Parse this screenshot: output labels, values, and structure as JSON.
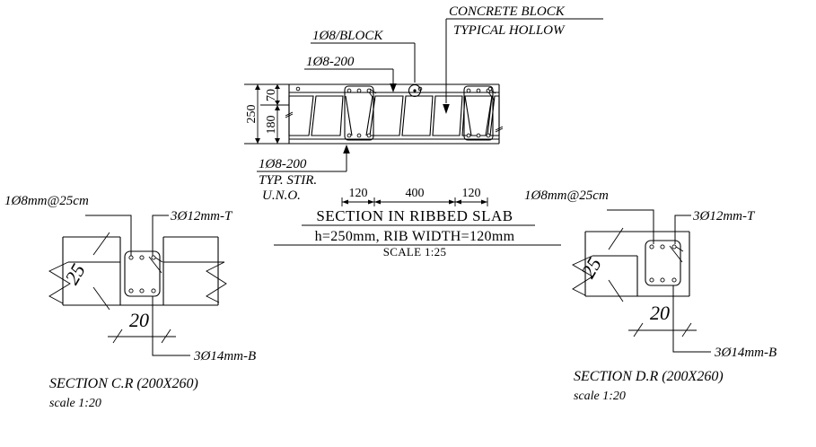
{
  "drawing": {
    "type": "structural-cad-drawing",
    "background_color": "#ffffff",
    "line_color": "#000000"
  },
  "ribbed_slab_section": {
    "annotations": {
      "stirrup_spacing": "1Ø8-200",
      "block_bar": "1Ø8/BLOCK",
      "block_note_line1": "CONCRETE BLOCK",
      "block_note_line2": "TYPICAL HOLLOW",
      "bottom_bar": "1Ø8-200",
      "typ_stir_line1": "TYP. STIR.",
      "typ_stir_line2": "U.N.O."
    },
    "vertical_dims": {
      "overall": "250",
      "block_height": "180",
      "topping": "70"
    },
    "horizontal_dims": {
      "rib_left": "120",
      "block_width": "400",
      "rib_right": "120"
    },
    "title_line1": "SECTION  IN  RIBBED  SLAB",
    "title_line2": "h=250mm,  RIB  WIDTH=120mm",
    "title_scale": "SCALE  1:25"
  },
  "section_cr": {
    "stirrup_label": "1Ø8mm@25cm",
    "top_bars_label": "3Ø12mm-T",
    "bottom_bars_label": "3Ø14mm-B",
    "depth_dim": "25",
    "width_dim": "20",
    "caption_line1": "SECTION C.R (200X260)",
    "caption_line2": "scale 1:20"
  },
  "section_dr": {
    "stirrup_label": "1Ø8mm@25cm",
    "top_bars_label": "3Ø12mm-T",
    "bottom_bars_label": "3Ø14mm-B",
    "depth_dim": "25",
    "width_dim": "20",
    "caption_line1": "SECTION D.R (200X260)",
    "caption_line2": "scale 1:20"
  }
}
